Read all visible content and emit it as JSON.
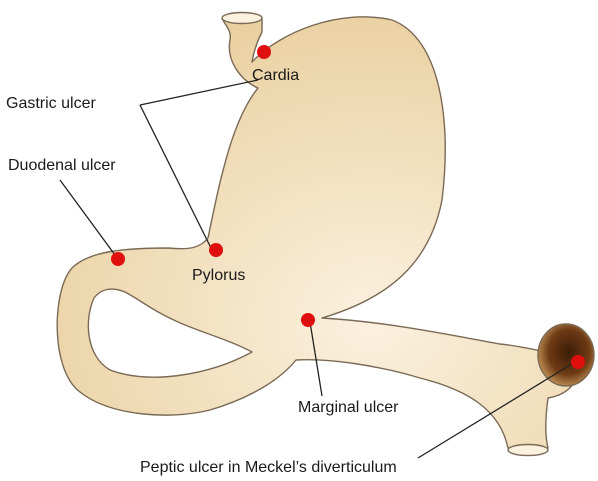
{
  "diagram": {
    "labels": {
      "gastric_ulcer": "Gastric ulcer",
      "duodenal_ulcer": "Duodenal ulcer",
      "cardia": "Cardia",
      "pylorus": "Pylorus",
      "marginal_ulcer": "Marginal ulcer",
      "meckel": "Peptic ulcer in Meckel’s diverticulum"
    },
    "colors": {
      "organ_fill": "#e9cf9e",
      "organ_fill_light": "#fbf1df",
      "organ_outline": "#7a6a55",
      "ulcer_marker": "#e01010",
      "diverticulum_inner": "#6e3a14",
      "leader_line": "#222222"
    }
  }
}
